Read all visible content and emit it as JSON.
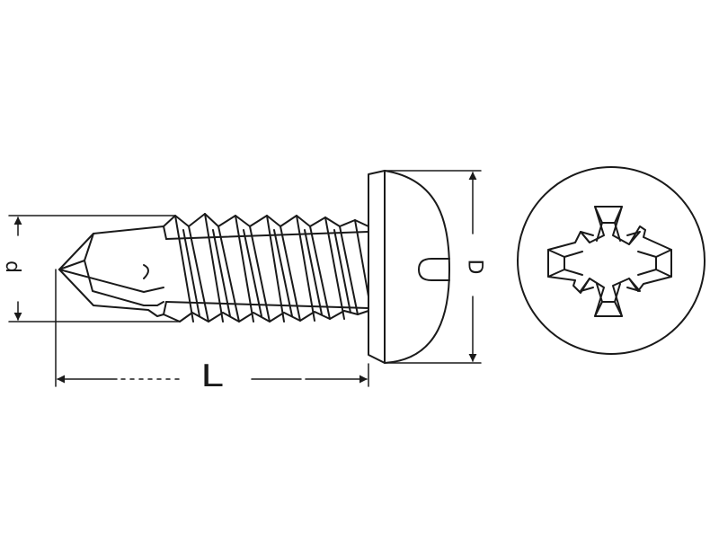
{
  "dimensions": {
    "thread_diameter": "d",
    "length": "L",
    "head_diameter": "D"
  },
  "colors": {
    "stroke": "#1a1a1a",
    "background": "#ffffff"
  }
}
